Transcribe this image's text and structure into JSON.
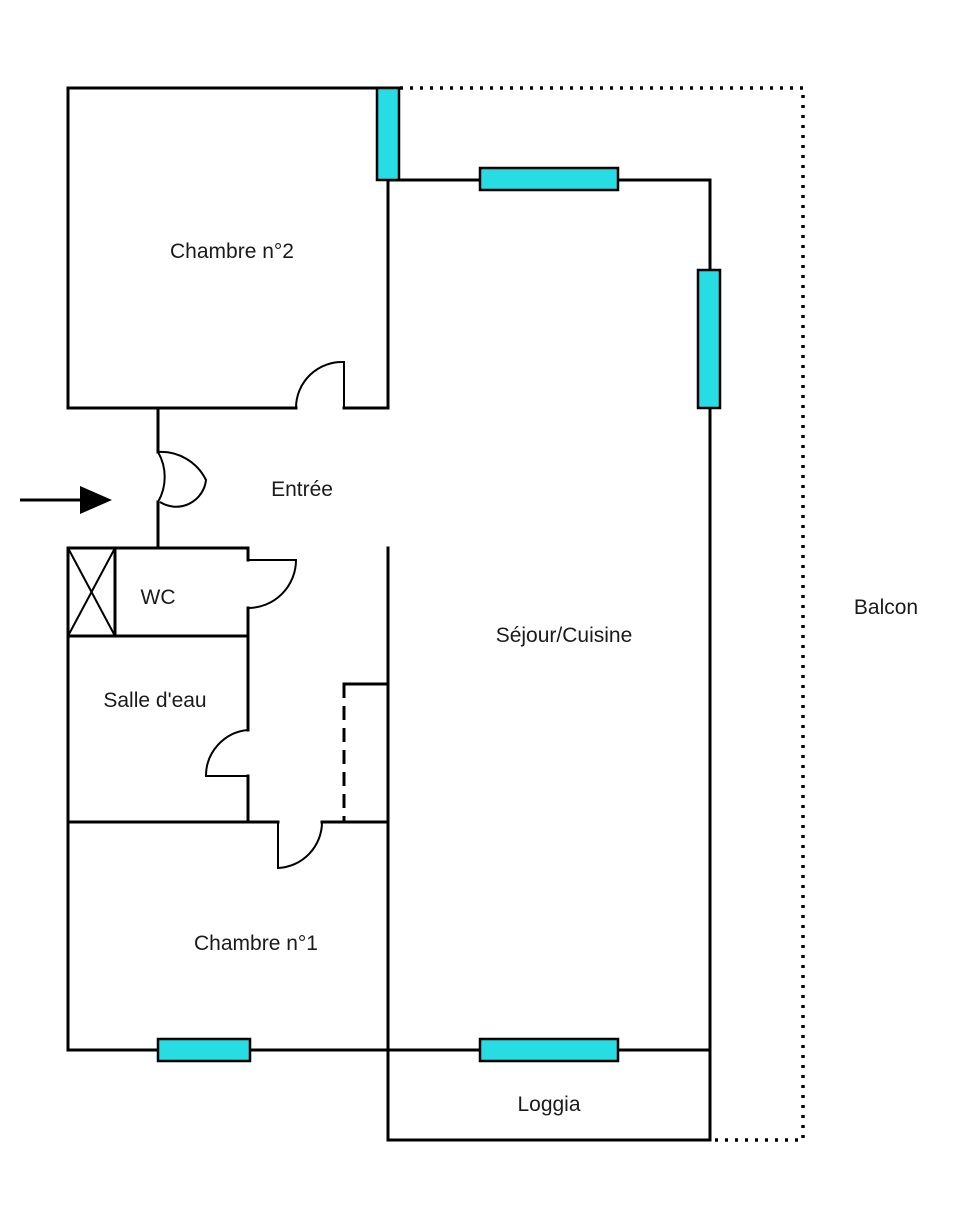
{
  "rooms": {
    "chambre2": "Chambre n°2",
    "entree": "Entrée",
    "wc": "WC",
    "salle_deau": "Salle d'eau",
    "sejour_cuisine": "Séjour/Cuisine",
    "balcon": "Balcon",
    "chambre1": "Chambre n°1",
    "loggia": "Loggia"
  },
  "colors": {
    "window": "#27dde3",
    "wall": "#000000",
    "background": "#ffffff"
  }
}
